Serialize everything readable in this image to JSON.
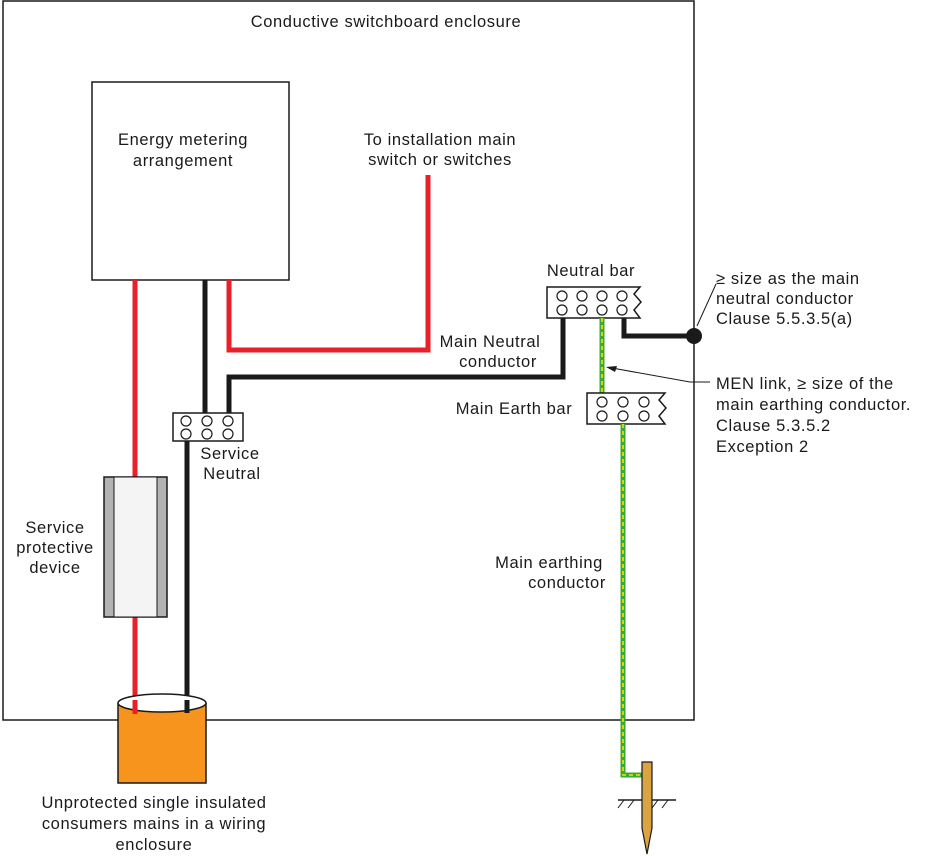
{
  "labels": {
    "enclosure": "Conductive switchboard enclosure",
    "metering_line1": "Energy metering",
    "metering_line2": "arrangement",
    "to_switch_line1": "To installation main",
    "to_switch_line2": "switch or switches",
    "neutral_bar": "Neutral bar",
    "main_neutral_line1": "Main Neutral",
    "main_neutral_line2": "conductor",
    "main_earth_bar": "Main Earth bar",
    "service_neutral_line1": "Service",
    "service_neutral_line2": "Neutral",
    "spd_line1": "Service",
    "spd_line2": "protective",
    "spd_line3": "device",
    "earthing_line1": "Main earthing",
    "earthing_line2": "conductor",
    "size_note_line1": "≥ size as the main",
    "size_note_line2": "neutral conductor",
    "size_note_line3": "Clause 5.5.3.5(a)",
    "men_line1": "MEN link, ≥ size of the",
    "men_line2": "main earthing conductor.",
    "men_line3": "Clause 5.3.5.2",
    "men_line4": "Exception 2",
    "mains_line1": "Unprotected single insulated",
    "mains_line2": "consumers mains in a wiring",
    "mains_line3": "enclosure"
  },
  "colors": {
    "active": "#e8202a",
    "neutral": "#1a1a1a",
    "earth_green": "#3aa935",
    "earth_yellow": "#f2e600",
    "conduit": "#f7941d",
    "electrode": "#d9a441",
    "device_gray": "#b3b3b3"
  }
}
